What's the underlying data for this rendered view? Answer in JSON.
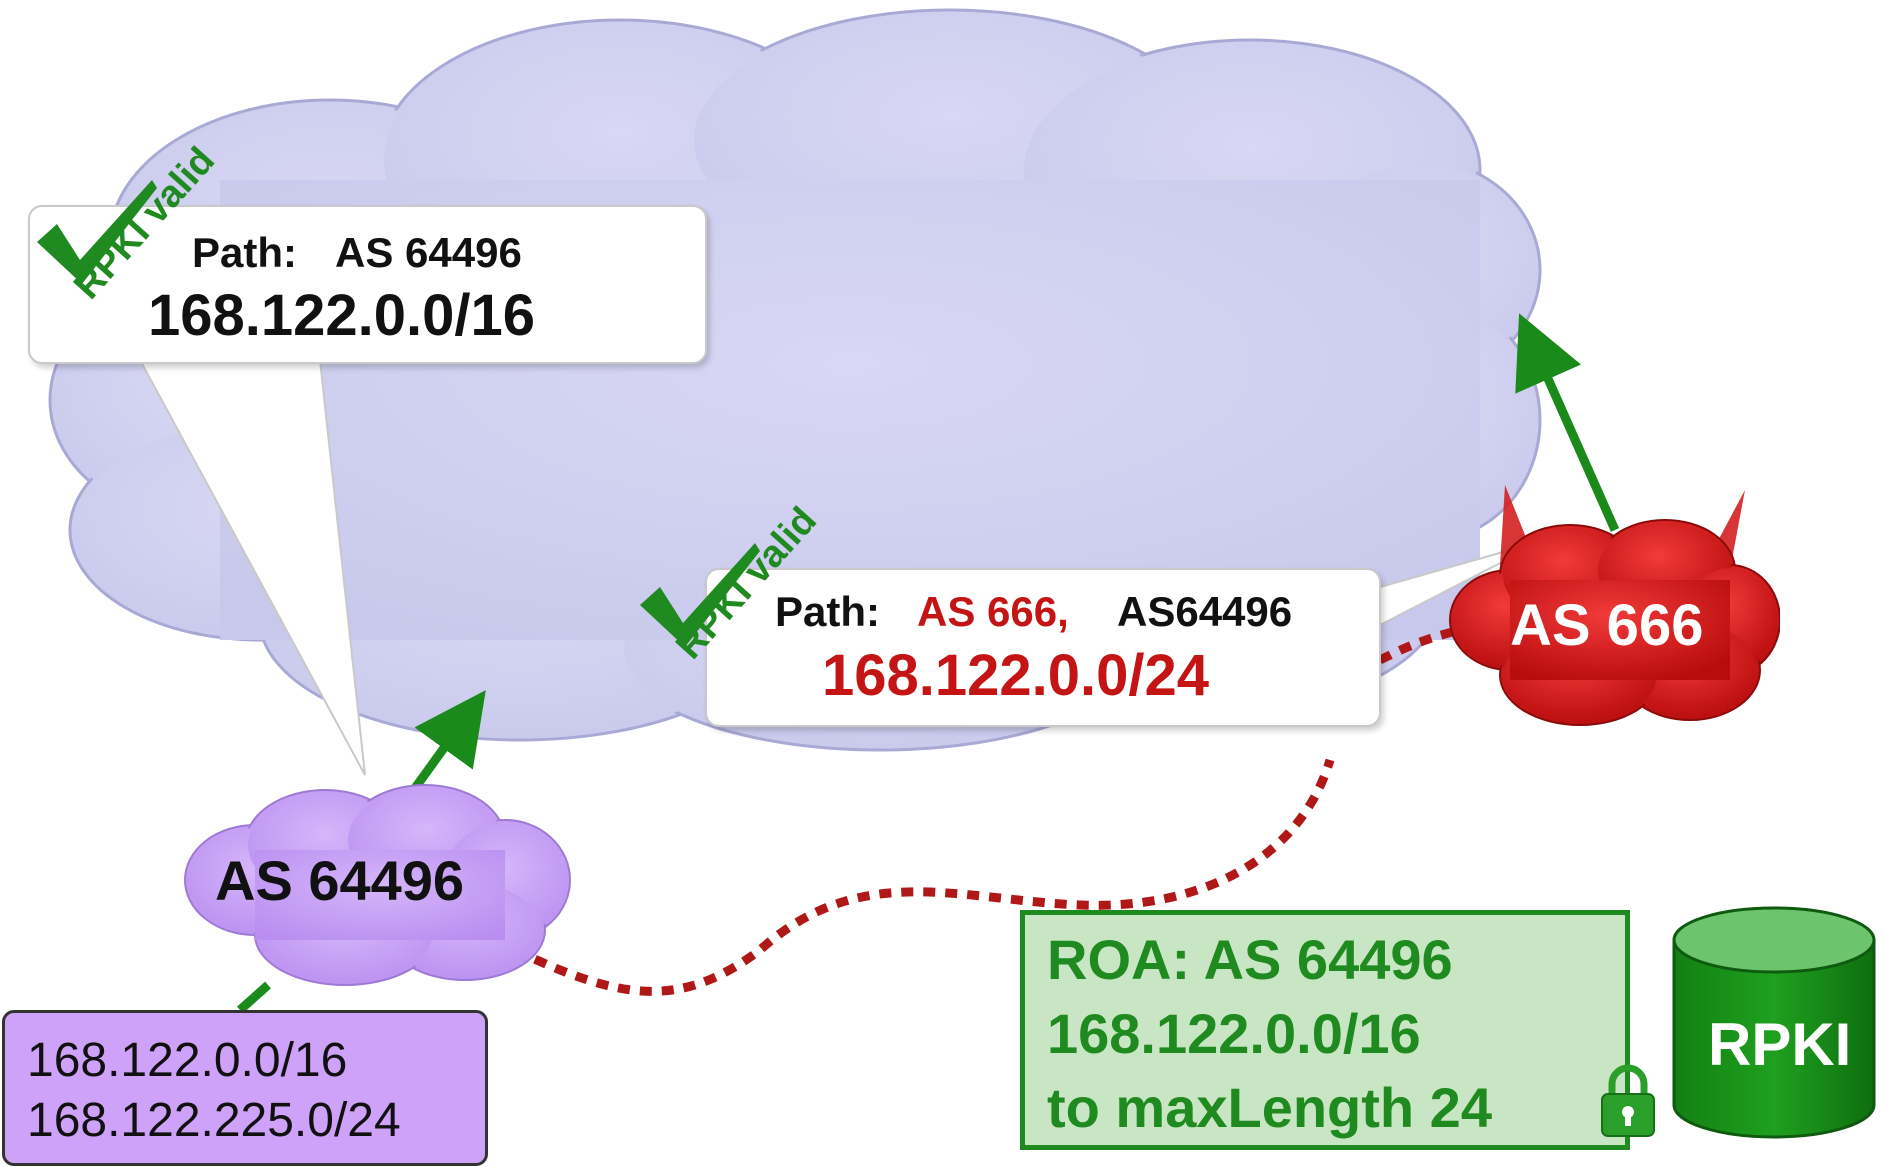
{
  "bubble1": {
    "status": "RPKI valid",
    "path_label": "Path:",
    "path_as": "AS 64496",
    "prefix": "168.122.0.0/16"
  },
  "bubble2": {
    "status": "RPKI valid",
    "path_label": "Path:",
    "path_attacker": "AS 666,",
    "path_as": "AS64496",
    "prefix": "168.122.0.0/24"
  },
  "as_legit": {
    "label": "AS 64496"
  },
  "as_attacker": {
    "label": "AS 666"
  },
  "prefix_box": {
    "lines": [
      "168.122.0.0/16",
      "168.122.225.0/24"
    ]
  },
  "roa": {
    "lines": [
      "ROA: AS 64496",
      "168.122.0.0/16",
      "to maxLength 24"
    ]
  },
  "rpki_db": {
    "label": "RPKI"
  },
  "colors": {
    "cloud": "#d4d4f2",
    "legit_cloud": "#c7a4f4",
    "attacker": "#e01414",
    "check": "#1f8a1f",
    "arrow": "#1a8a1a",
    "dotted": "#b01818",
    "roa_bg": "#c9e6c4",
    "roa_border": "#1f8a1f",
    "db": "#1a8a1a"
  }
}
